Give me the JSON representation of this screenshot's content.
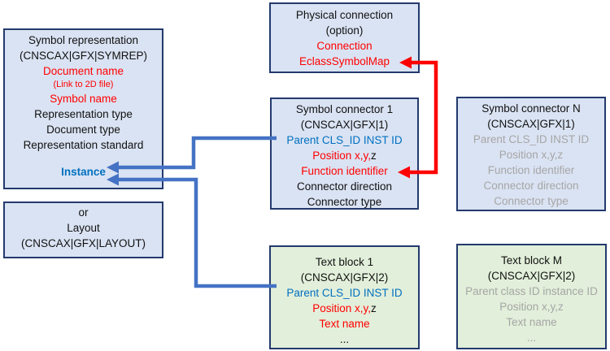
{
  "diagram": {
    "symbol_representation": {
      "title": "Symbol representation",
      "subtitle": "(CNSCAX|GFX|SYMREP)",
      "document_name": "Document name",
      "link_note": "(Link to 2D file)",
      "symbol_name": "Symbol name",
      "representation_type": "Representation type",
      "document_type": "Document type",
      "representation_standard": "Representation standard",
      "instance": "Instance"
    },
    "layout_box": {
      "or_label": "or",
      "title": "Layout",
      "subtitle": "(CNSCAX|GFX|LAYOUT)"
    },
    "physical_connection": {
      "title": "Physical connection",
      "subtitle": "(option)",
      "connection": "Connection",
      "eclass_symbol_map": "EclassSymbolMap"
    },
    "symbol_connector_1": {
      "title": "Symbol connector 1",
      "subtitle": "(CNSCAX|GFX|1)",
      "parent": "Parent CLS_ID INST ID",
      "position_xy": "Position x,y,",
      "position_z": "z",
      "function_identifier": "Function identifier",
      "connector_direction": "Connector direction",
      "connector_type": "Connector type"
    },
    "symbol_connector_n": {
      "title": "Symbol connector N",
      "subtitle": "(CNSCAX|GFX|1)",
      "parent": "Parent CLS_ID INST ID",
      "position": "Position x,y,z",
      "function_identifier": "Function identifier",
      "connector_direction": "Connector direction",
      "connector_type": "Connector type"
    },
    "text_block_1": {
      "title": "Text block 1",
      "subtitle": "(CNSCAX|GFX|2)",
      "parent": "Parent CLS_ID INST ID",
      "position_xy": "Position x,y,",
      "position_z": "z",
      "text_name": "Text name",
      "ellipsis": "..."
    },
    "text_block_m": {
      "title": "Text block M",
      "subtitle": "(CNSCAX|GFX|2)",
      "parent": "Parent class ID instance ID",
      "position": "Position x,y,z",
      "text_name": "Text name",
      "ellipsis": "..."
    }
  },
  "colors": {
    "box_blue_fill": "#dae3f3",
    "box_green_fill": "#e2efda",
    "box_border": "#233a6d",
    "blue_connector": "#4472c4",
    "red_connector": "#ff0000",
    "blue_text": "#0070c0",
    "red_text": "#ff0000",
    "gray_text": "#a6a6a6"
  }
}
